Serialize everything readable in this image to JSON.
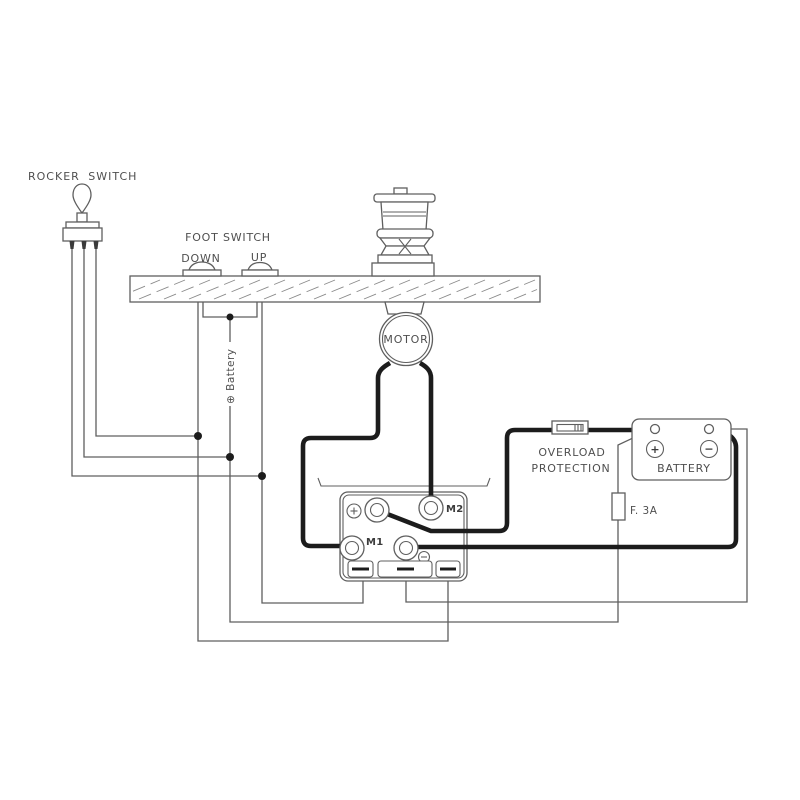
{
  "diagram": {
    "type": "electrical-wiring-diagram",
    "subject": "windlass / winch motor control wiring",
    "labels": {
      "rocker_switch": "ROCKER SWITCH",
      "foot_switch": "FOOT SWITCH",
      "down": "DOWN",
      "up": "UP",
      "motor": "MOTOR",
      "battery_feed": "⊕ Battery",
      "m1": "M1",
      "m2": "M2",
      "overload_line1": "OVERLOAD",
      "overload_line2": "PROTECTION",
      "battery": "BATTERY",
      "inline_fuse": "F. 3A",
      "plus": "+",
      "minus": "−"
    },
    "colors": {
      "bg": "#ffffff",
      "line": "#5f5f5f",
      "wire": "#1c1c1c",
      "text": "#4f4f4f"
    }
  }
}
